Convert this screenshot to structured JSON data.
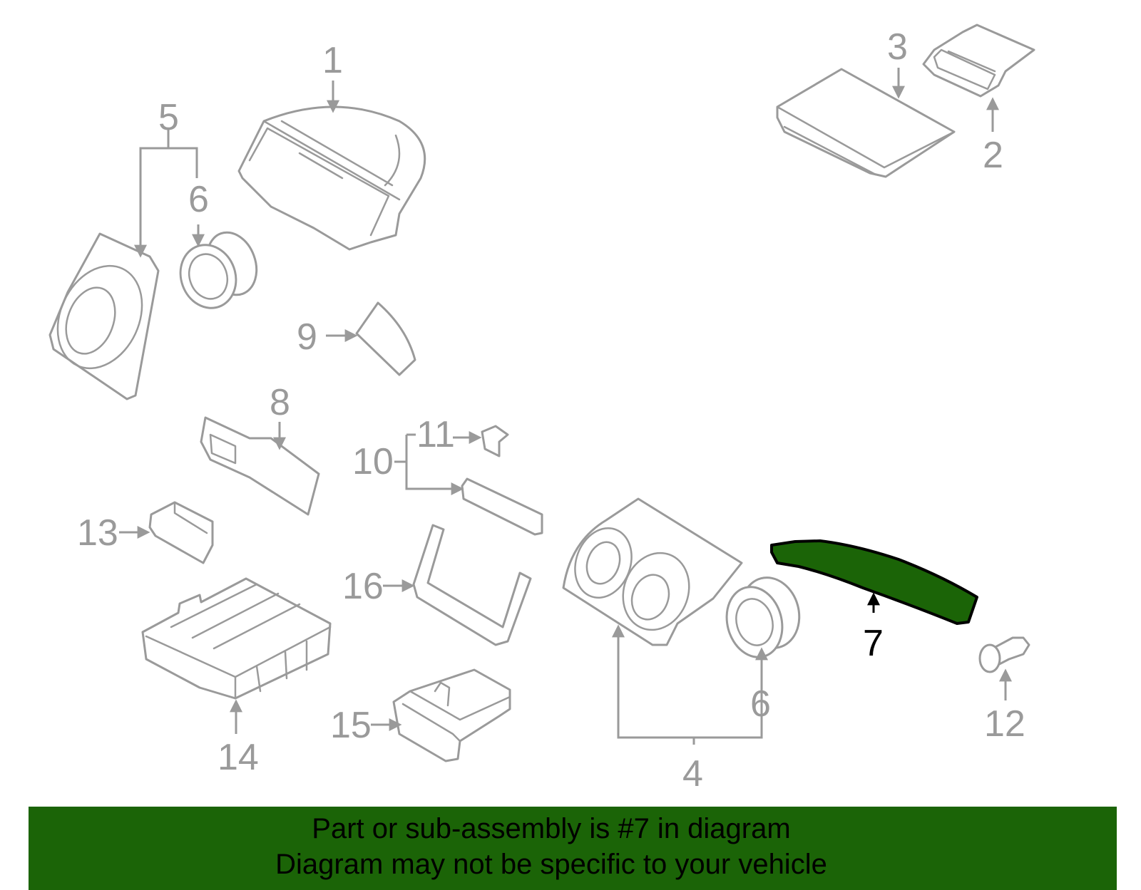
{
  "diagram": {
    "highlight_color": "#1b6407",
    "line_color": "#9a9a9a",
    "highlighted_part": "7",
    "callouts": {
      "c1": "1",
      "c2": "2",
      "c3": "3",
      "c4": "4",
      "c5": "5",
      "c6a": "6",
      "c6b": "6",
      "c7": "7",
      "c8": "8",
      "c9": "9",
      "c10": "10",
      "c11": "11",
      "c12": "12",
      "c13": "13",
      "c14": "14",
      "c15": "15",
      "c16": "16"
    }
  },
  "banner": {
    "line1": "Part or sub-assembly is #7 in diagram",
    "line2": "Diagram may not be specific to your vehicle"
  }
}
